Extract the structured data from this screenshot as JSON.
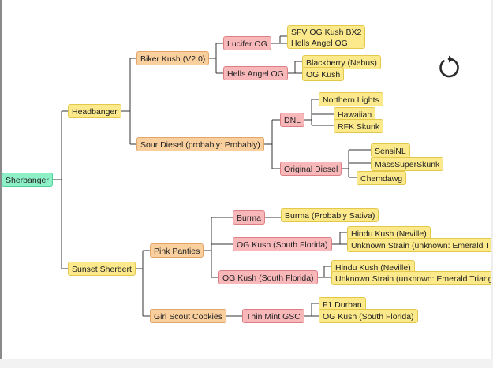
{
  "colors": {
    "root": "#8ef0c7",
    "yellow": "#fbe98b",
    "orange": "#f9cf9e",
    "pink": "#f8b8ba",
    "line": "#333333"
  },
  "icons": {
    "reload": "reload-icon"
  },
  "nodes": {
    "sherbanger": "Sherbanger",
    "headbanger": "Headbanger",
    "sunset_sherbert": "Sunset Sherbert",
    "biker_kush": "Biker Kush (V2.0)",
    "sour_diesel": "Sour Diesel (probably: Probably)",
    "lucifer_og": "Lucifer OG",
    "hells_angel_og": "Hells Angel OG",
    "sfv_og_kush_bx2": "SFV OG Kush BX2",
    "hells_angel_og_leaf": "Hells Angel OG",
    "blackberry_nebus": "Blackberry (Nebus)",
    "og_kush_1": "OG Kush",
    "dnl": "DNL",
    "original_diesel": "Original Diesel",
    "northern_lights": "Northern Lights",
    "hawaiian": "Hawaiian",
    "rfk_skunk": "RFK Skunk",
    "sensinl": "SensiNL",
    "masssuperskunk": "MassSuperSkunk",
    "chemdawg": "Chemdawg",
    "pink_panties": "Pink Panties",
    "girl_scout_cookies": "Girl Scout Cookies",
    "burma": "Burma",
    "og_kush_sf_1": "OG Kush (South Florida)",
    "og_kush_sf_2": "OG Kush (South Florida)",
    "burma_sativa": "Burma (Probably Sativa)",
    "hindu_kush_1": "Hindu Kush (Neville)",
    "unknown_1": "Unknown Strain (unknown: Emerald Triangle)",
    "hindu_kush_2": "Hindu Kush (Neville)",
    "unknown_2": "Unknown Strain (unknown: Emerald Triangle)",
    "thin_mint_gsc": "Thin Mint GSC",
    "f1_durban": "F1 Durban",
    "og_kush_sf_3": "OG Kush (South Florida)"
  }
}
